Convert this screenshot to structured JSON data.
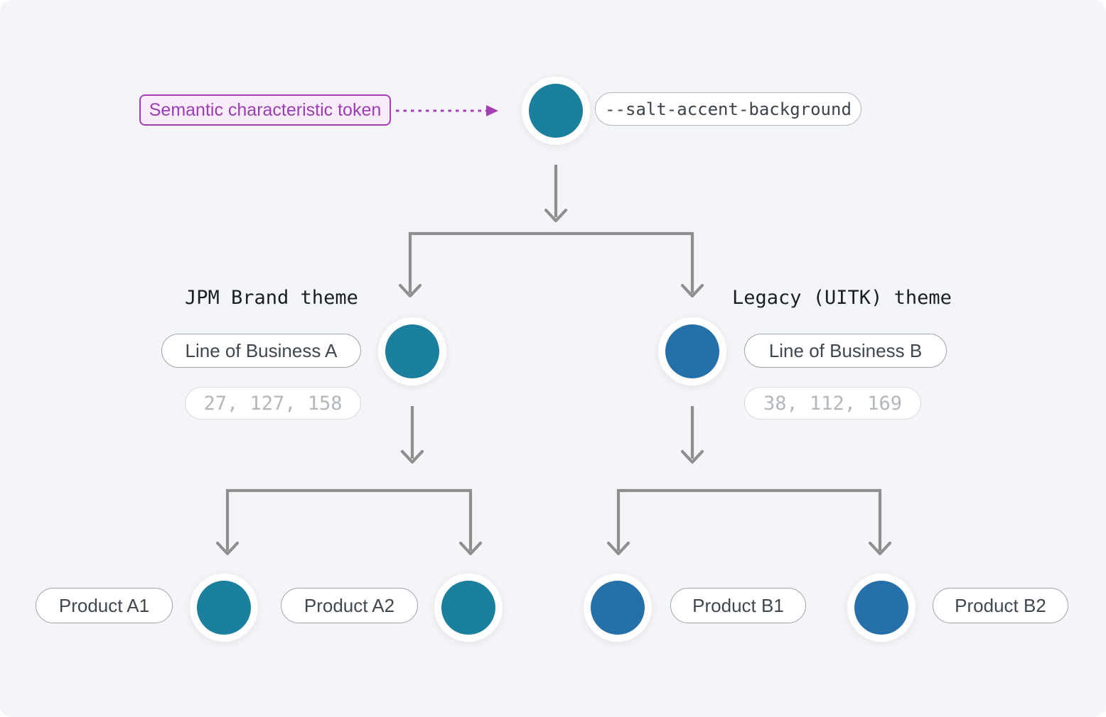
{
  "colors": {
    "teal": "#1B7F9E",
    "blue": "#2670A9",
    "purple": "#A43EB5",
    "arrow": "#8F8F8F",
    "canvas_bg": "#F4F5F8"
  },
  "annotation": {
    "label": "Semantic characteristic token"
  },
  "root": {
    "token": "--salt-accent-background"
  },
  "themes": [
    {
      "name": "JPM Brand theme",
      "lob": "Line of Business A",
      "rgb": "27, 127, 158",
      "products": [
        "Product A1",
        "Product A2"
      ]
    },
    {
      "name": "Legacy (UITK) theme",
      "lob": "Line of Business B",
      "rgb": "38, 112, 169",
      "products": [
        "Product B1",
        "Product B2"
      ]
    }
  ]
}
